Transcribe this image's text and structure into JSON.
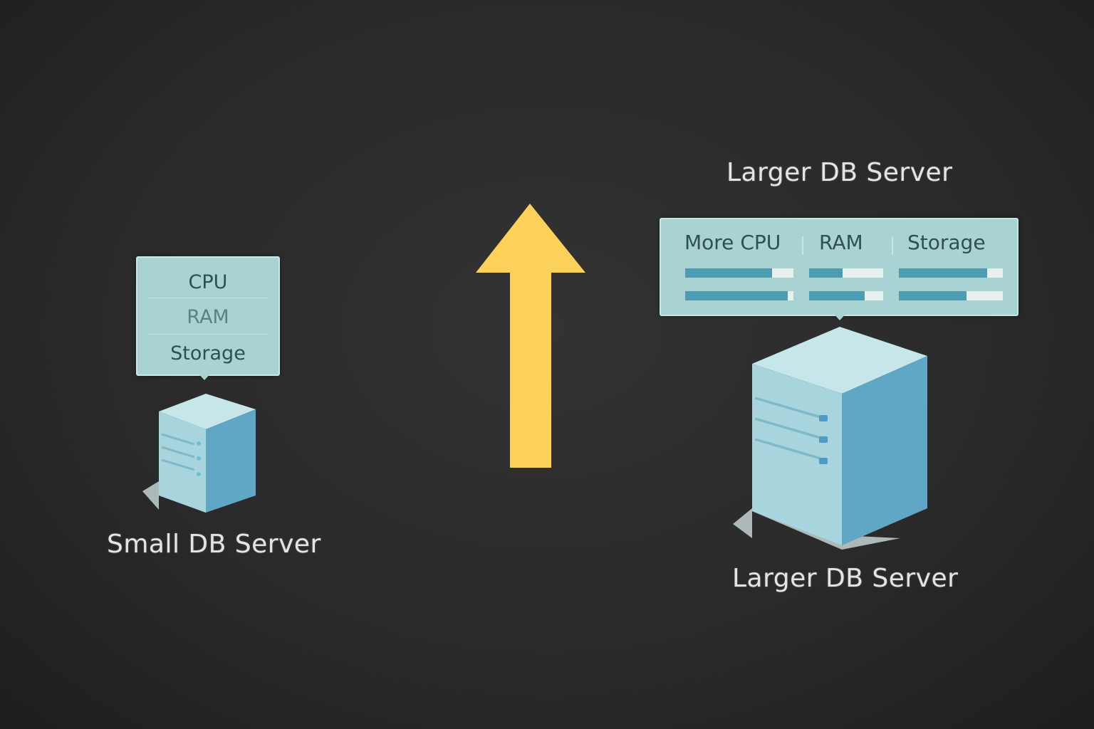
{
  "small_server": {
    "label": "Small DB Server",
    "specs": [
      "CPU",
      "RAM",
      "Storage"
    ]
  },
  "large_server": {
    "title": "Larger DB Server",
    "label": "Larger DB Server",
    "specs": [
      "More CPU",
      "RAM",
      "Storage"
    ],
    "bar_levels": [
      [
        0.8,
        0.45,
        0.85
      ],
      [
        0.95,
        0.75,
        0.65
      ]
    ]
  },
  "colors": {
    "arrow": "#fcd15a",
    "panel": "#a9d3d3",
    "server_front": "#a7d4dd",
    "server_side": "#5fa7c5",
    "bar_fill": "#4e9cb2"
  }
}
